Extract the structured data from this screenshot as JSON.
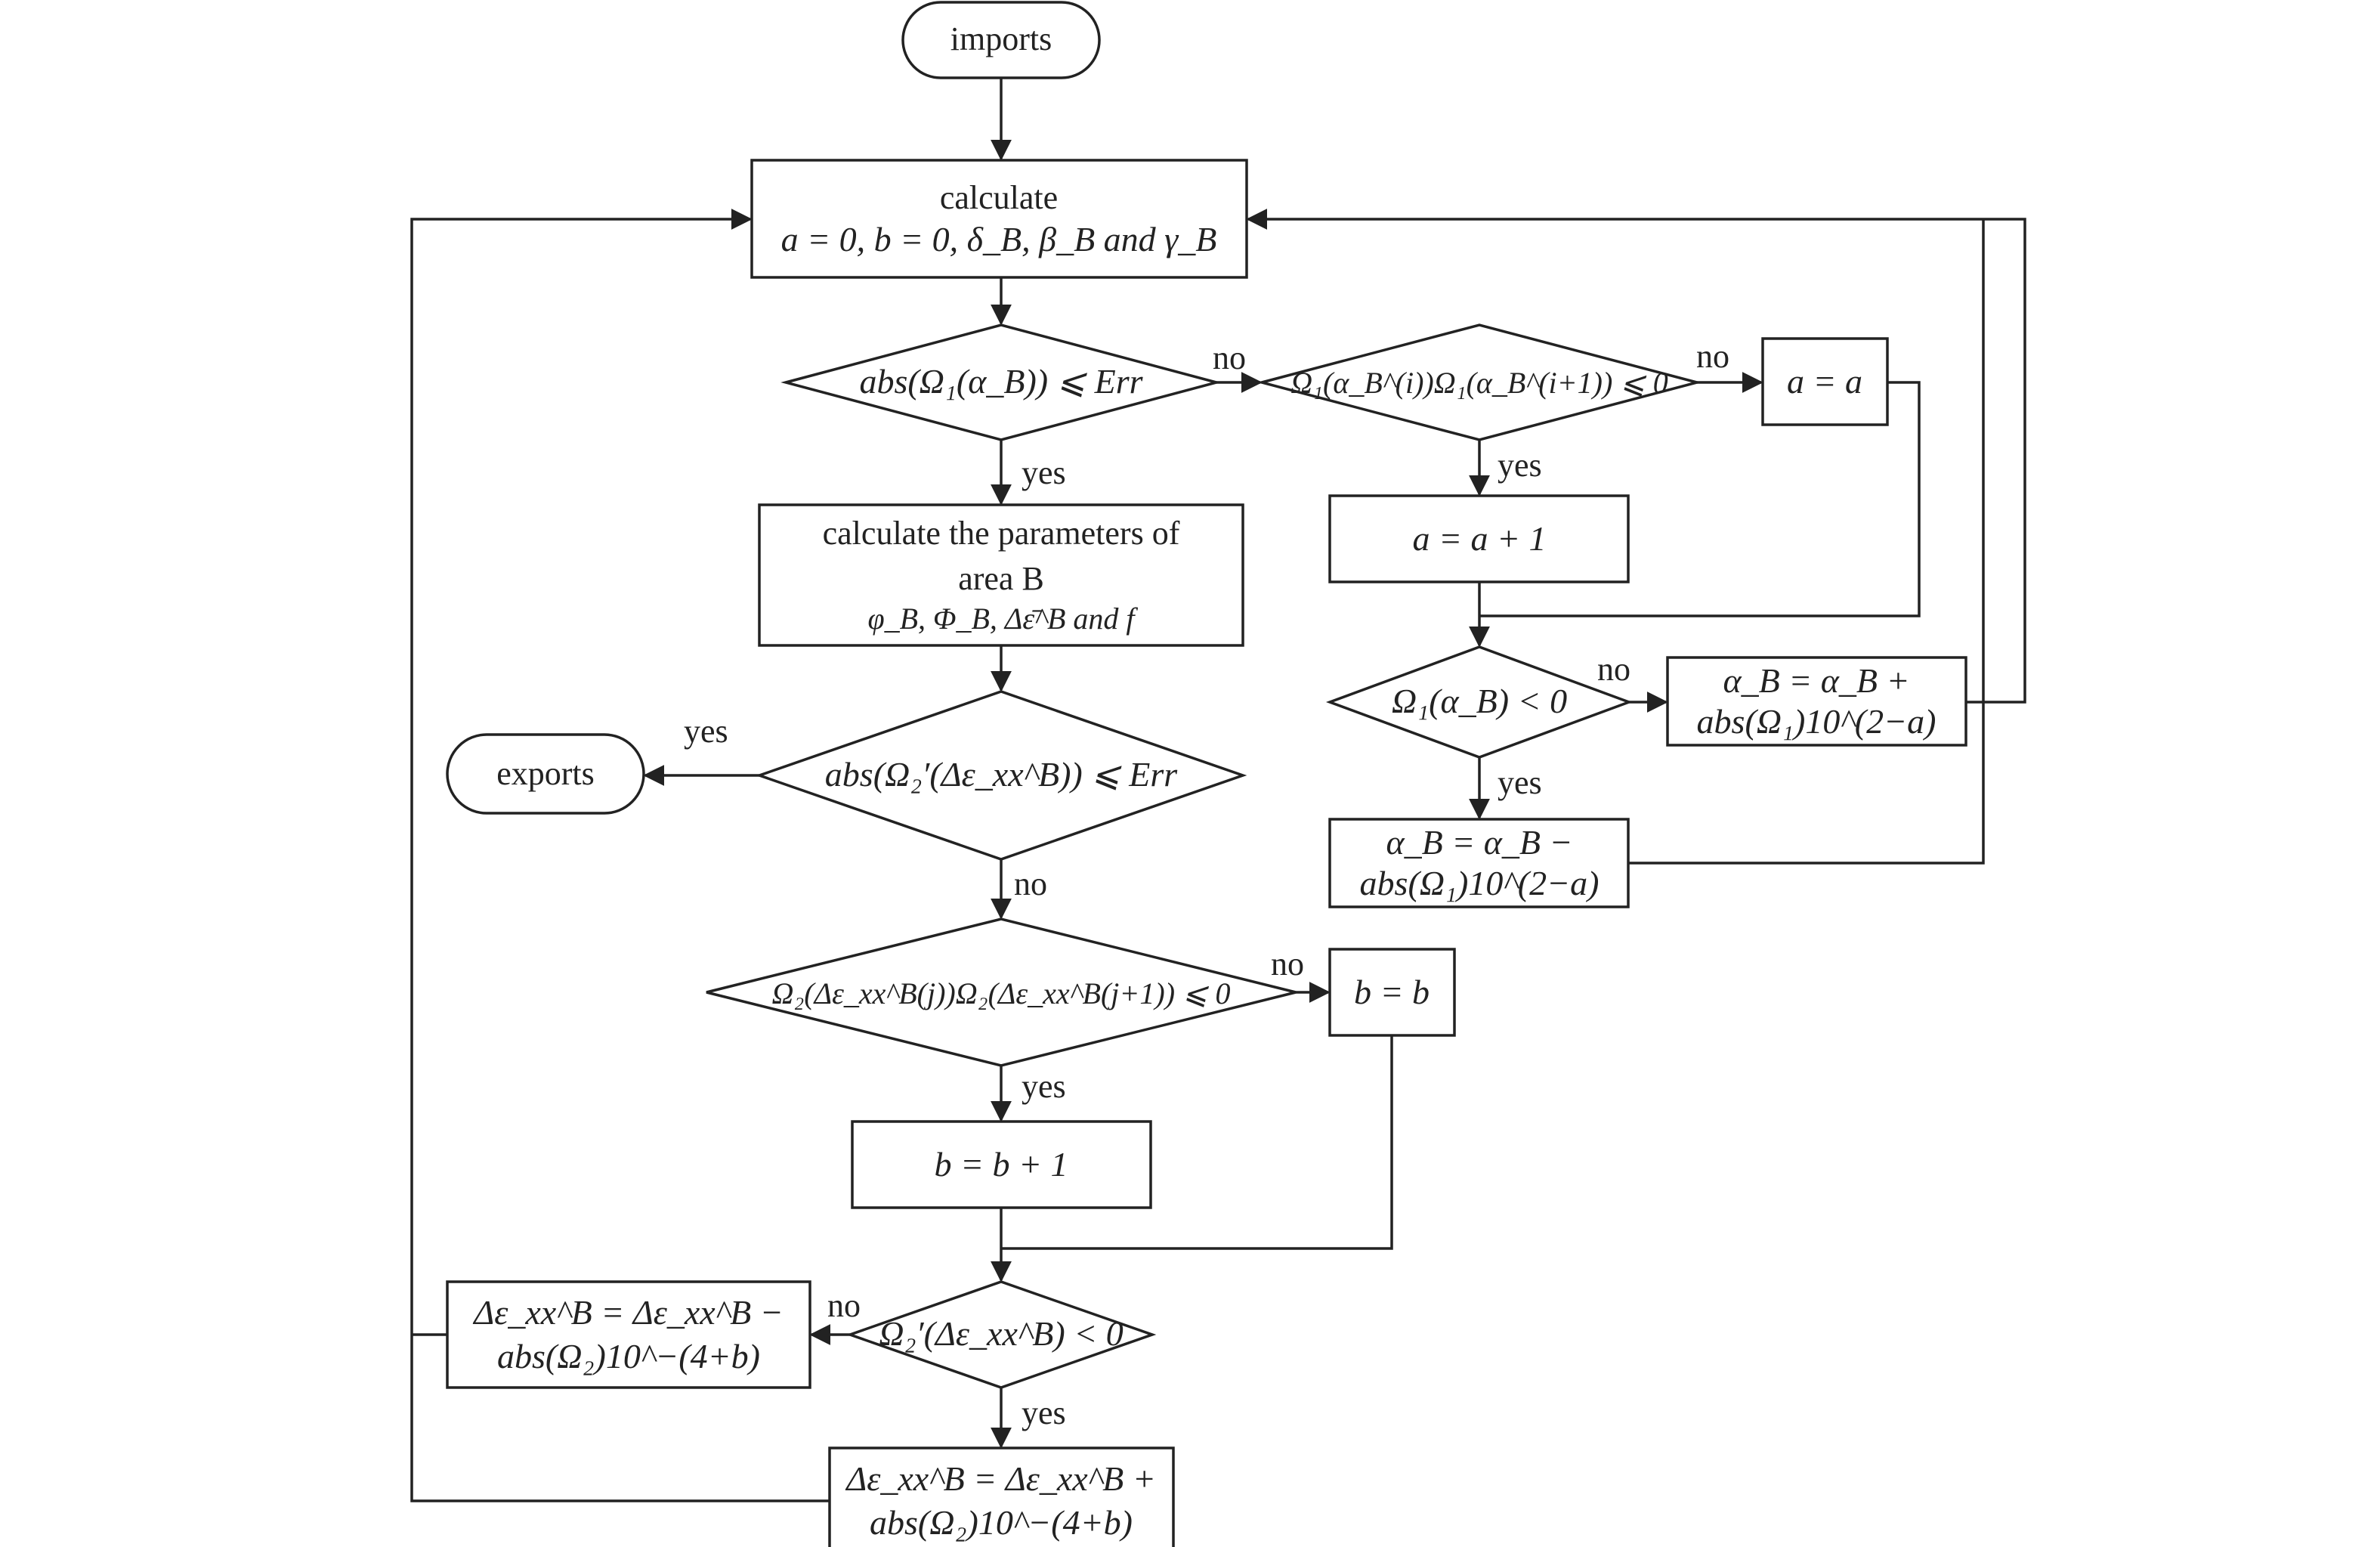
{
  "nodes": {
    "imports": "imports",
    "calc_init_1": "calculate",
    "calc_init_2": "a = 0, b = 0, δ_B, β_B and γ_B",
    "dec_omega1_err": "abs(Ω₁(α_B)) ⩽ Err",
    "dec_omega1_product": "Ω₁(α_B^(i))Ω₁(α_B^(i+1)) ⩽ 0",
    "a_eq_a": "a = a",
    "a_inc": "a = a + 1",
    "dec_omega1_neg": "Ω₁(α_B) < 0",
    "alpha_plus_1": "α_B = α_B +",
    "alpha_plus_2": "abs(Ω₁)10^(2−a)",
    "alpha_minus_1": "α_B = α_B −",
    "alpha_minus_2": "abs(Ω₁)10^(2−a)",
    "calc_params_1": "calculate the parameters of",
    "calc_params_2": "area B",
    "calc_params_3": "φ_B, Φ_B, Δε̄^B and f",
    "exports": "exports",
    "dec_omega2_err": "abs(Ω₂′(Δε_xx^B)) ⩽ Err",
    "dec_omega2_product": "Ω₂(Δε_xx^B(j))Ω₂(Δε_xx^B(j+1)) ⩽ 0",
    "b_eq_b": "b = b",
    "b_inc": "b = b + 1",
    "dec_omega2_neg": "Ω₂′(Δε_xx^B) < 0",
    "eps_minus_1": "Δε_xx^B = Δε_xx^B −",
    "eps_minus_2": "abs(Ω₂)10^−(4+b)",
    "eps_plus_1": "Δε_xx^B = Δε_xx^B +",
    "eps_plus_2": "abs(Ω₂)10^−(4+b)"
  },
  "edge_labels": {
    "yes": "yes",
    "no": "no"
  }
}
